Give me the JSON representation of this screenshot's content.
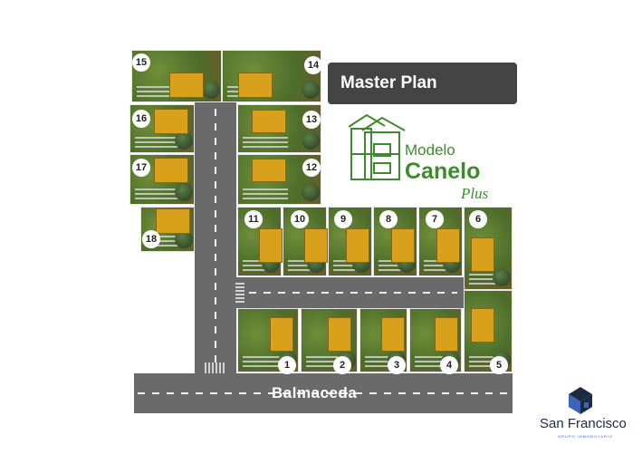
{
  "header": {
    "title": "Master Plan"
  },
  "model_logo": {
    "line1": "Modelo",
    "line2": "Canelo",
    "line3": "Plus",
    "color": "#3f8a2f"
  },
  "street": {
    "name": "Balmaceda"
  },
  "brand": {
    "name": "San Francisco",
    "tagline": "GRUPO INMOBILIARIO",
    "dark": "#1d2a44",
    "blue": "#3e64b8"
  },
  "lots": [
    "1",
    "2",
    "3",
    "4",
    "5",
    "6",
    "7",
    "8",
    "9",
    "10",
    "11",
    "12",
    "13",
    "14",
    "15",
    "16",
    "17",
    "18"
  ]
}
